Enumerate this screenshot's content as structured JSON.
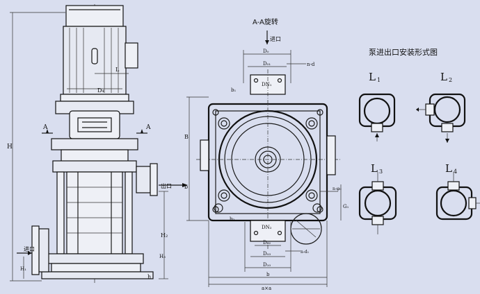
{
  "section_title": "A-A旋转",
  "install_title": "泵进出口安装形式图",
  "labels": {
    "inlet": "进口",
    "outlet": "出口",
    "section_mark": "A",
    "H": "H",
    "h": "h",
    "H1": "H₁",
    "H2": "H₂",
    "D4": "D₄",
    "L": "L",
    "B": "B",
    "b": "b",
    "Ha": "H₃",
    "G1": "G₁",
    "D0_top": "D₀",
    "D01_top": "D₀₁",
    "DN1": "DN₁",
    "DN2": "DN₂",
    "D02": "D₀₂",
    "D03": "D₀₃",
    "D10": "D₁₀",
    "nd": "n-d",
    "nd1": "n-d₁",
    "n0": "n-φ₀",
    "b1": "b₁",
    "b2": "b₂",
    "axa": "a×a",
    "bb": "b"
  },
  "installs": [
    {
      "label": "L",
      "sub": "1"
    },
    {
      "label": "L",
      "sub": "2"
    },
    {
      "label": "L",
      "sub": "3"
    },
    {
      "label": "L",
      "sub": "4"
    }
  ]
}
